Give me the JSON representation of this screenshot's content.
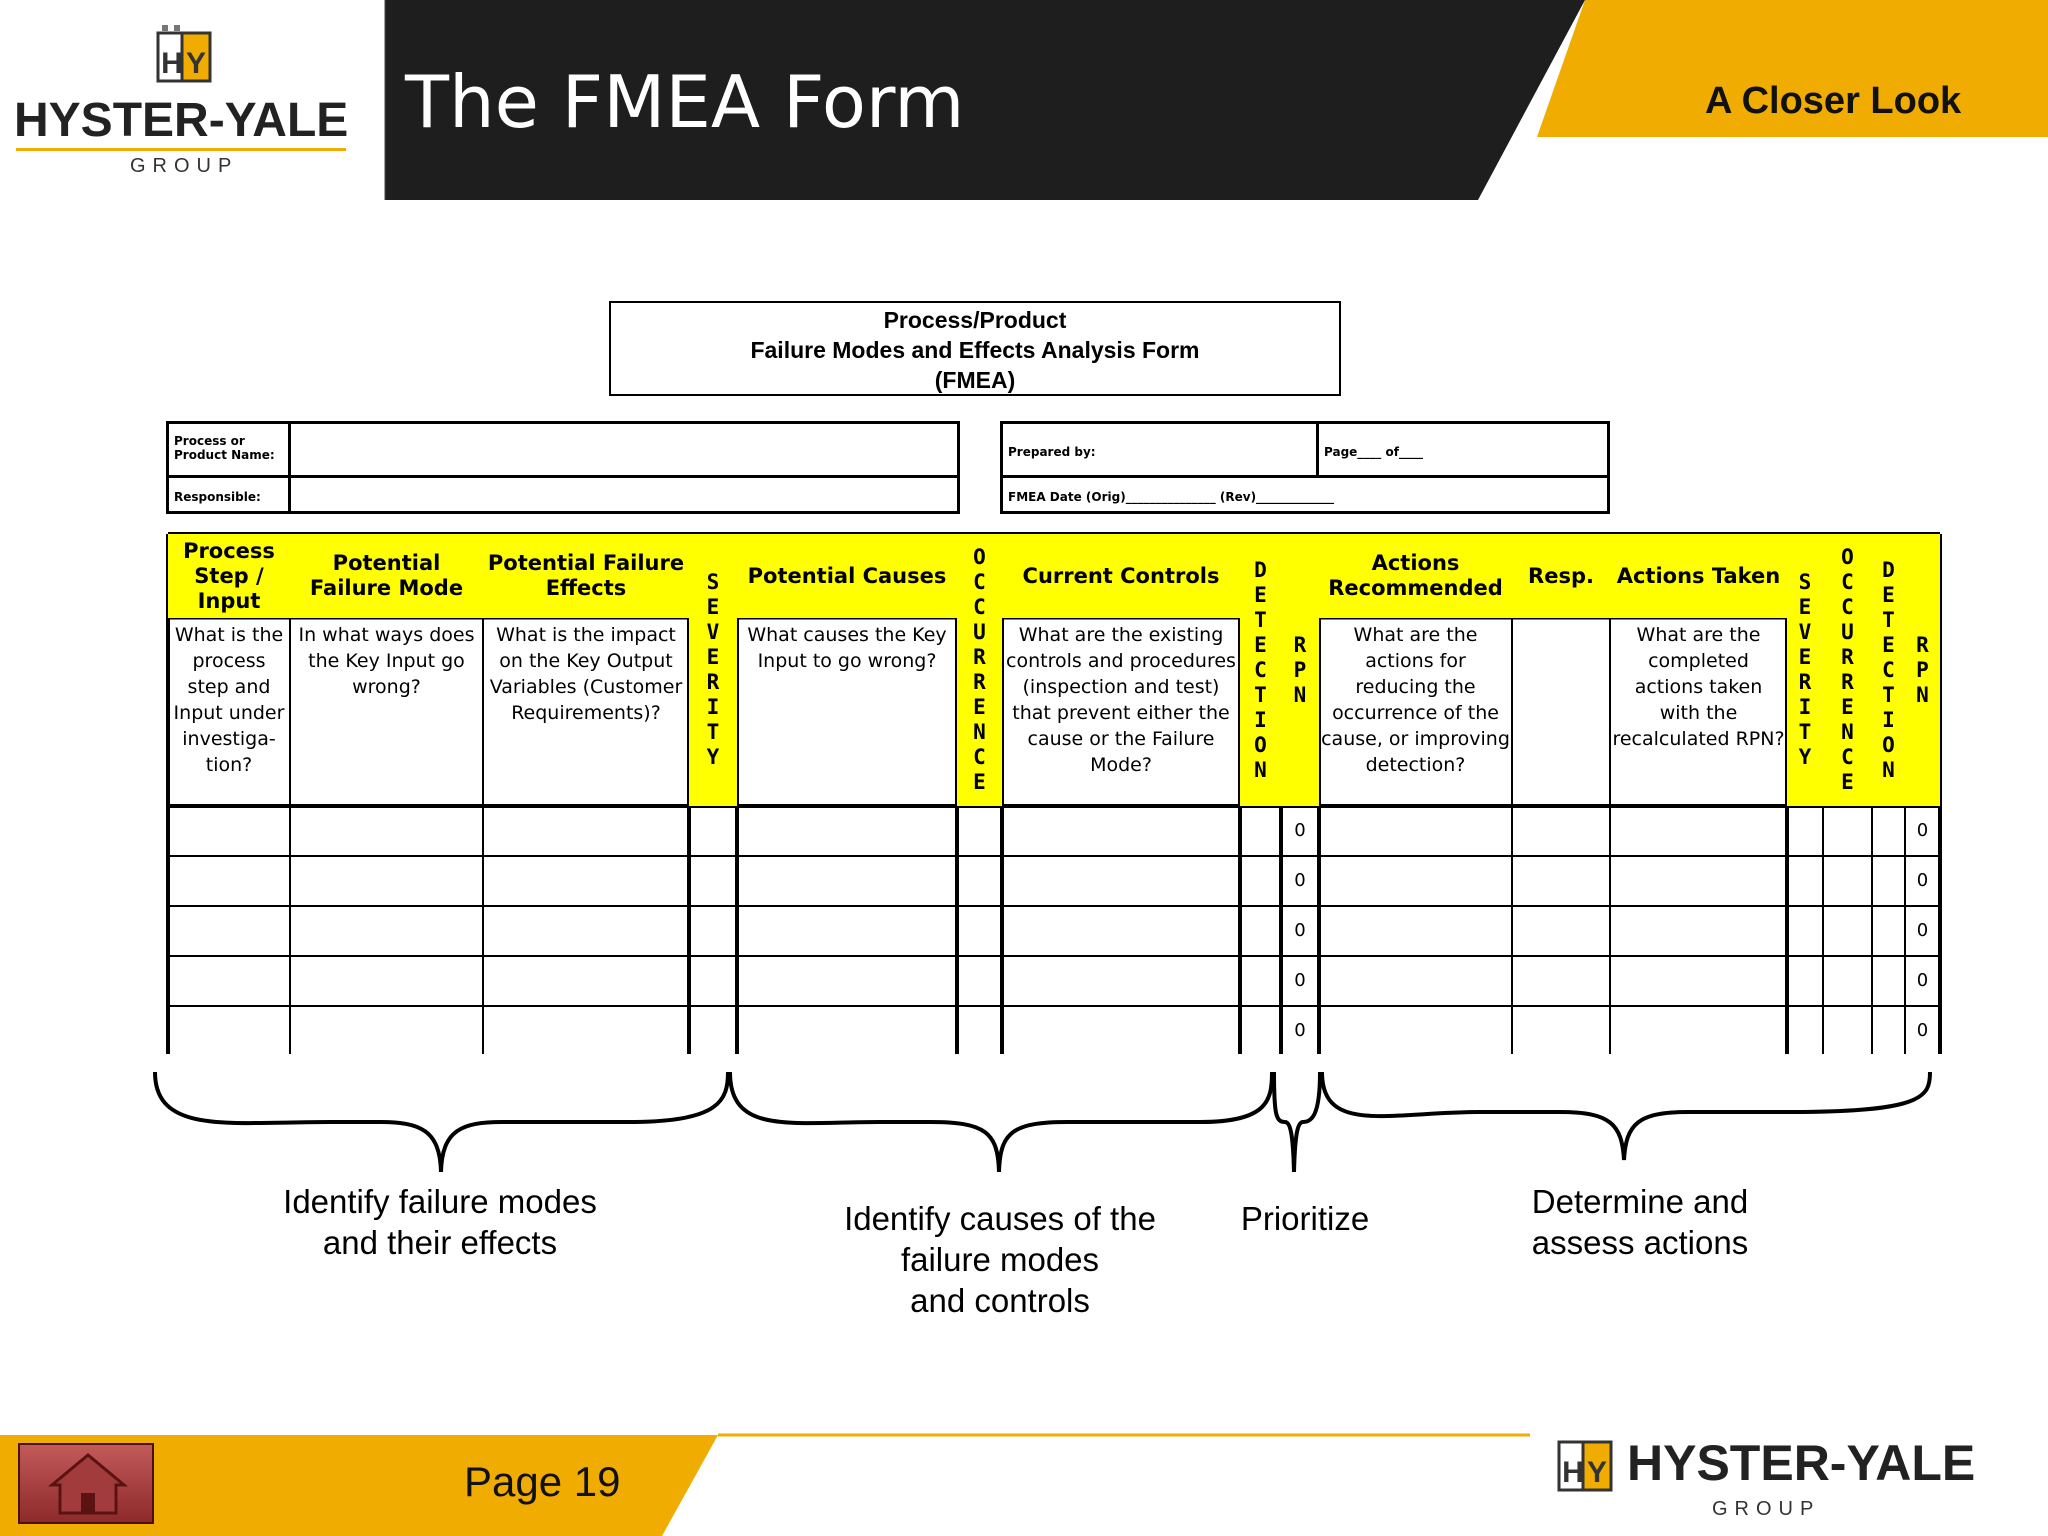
{
  "header": {
    "title": "The FMEA Form",
    "subtitle": "A Closer Look",
    "logo_top": {
      "word": "HYSTER-YALE",
      "group": "GROUP",
      "mark": "HY"
    },
    "colors": {
      "bar": "#1e1e1e",
      "accent": "#f0ac00",
      "form_yellow": "#ffff00"
    }
  },
  "form": {
    "title_lines": [
      "Process/Product",
      "Failure Modes and Effects Analysis Form",
      "(FMEA)"
    ],
    "info": {
      "process_name_label_1": "Process or",
      "process_name_label_2": "Product Name:",
      "responsible_label": "Responsible:",
      "prepared_by_label": "Prepared by:",
      "page_label": "Page____ of____",
      "fmea_date_label": "FMEA Date (Orig)_______________ (Rev)_____________"
    },
    "columns": [
      {
        "header": "Process Step / Input",
        "desc": "What is the process step and Input under investiga-tion?"
      },
      {
        "header": "Potential Failure Mode",
        "desc": "In what ways does the Key Input go wrong?"
      },
      {
        "header": "Potential Failure Effects",
        "desc": "What is the impact on the Key Output Variables (Customer Requirements)?"
      },
      {
        "header": "SEVERITY",
        "desc": ""
      },
      {
        "header": "Potential Causes",
        "desc": "What causes the Key Input to go wrong?"
      },
      {
        "header": "OCCURRENCE",
        "desc": ""
      },
      {
        "header": "Current Controls",
        "desc": "What are the existing controls and procedures (inspection and test) that prevent either the cause or the Failure Mode?"
      },
      {
        "header": "DETECTION",
        "desc": ""
      },
      {
        "header": "RPN",
        "desc": ""
      },
      {
        "header": "Actions Recommended",
        "desc": "What are the actions for reducing the occurrence of the cause, or improving detection?"
      },
      {
        "header": "Resp.",
        "desc": ""
      },
      {
        "header": "Actions Taken",
        "desc": "What are the completed actions taken with the recalculated RPN?"
      },
      {
        "header": "SEVERITY",
        "desc": ""
      },
      {
        "header": "OCCURRENCE",
        "desc": ""
      },
      {
        "header": "DETECTION",
        "desc": ""
      },
      {
        "header": "RPN",
        "desc": ""
      }
    ],
    "rpn_values": [
      "0",
      "0",
      "0",
      "0",
      "0"
    ]
  },
  "brackets": [
    {
      "label_1": "Identify failure modes",
      "label_2": "and their effects",
      "label_3": ""
    },
    {
      "label_1": "Identify causes of the",
      "label_2": "failure modes",
      "label_3": "and controls"
    },
    {
      "label_1": "Prioritize",
      "label_2": "",
      "label_3": ""
    },
    {
      "label_1": "Determine and",
      "label_2": "assess actions",
      "label_3": ""
    }
  ],
  "footer": {
    "page": "Page 19",
    "home_icon": "home-icon",
    "logo_bottom": {
      "word": "HYSTER-YALE",
      "group": "GROUP",
      "mark": "HY"
    }
  }
}
